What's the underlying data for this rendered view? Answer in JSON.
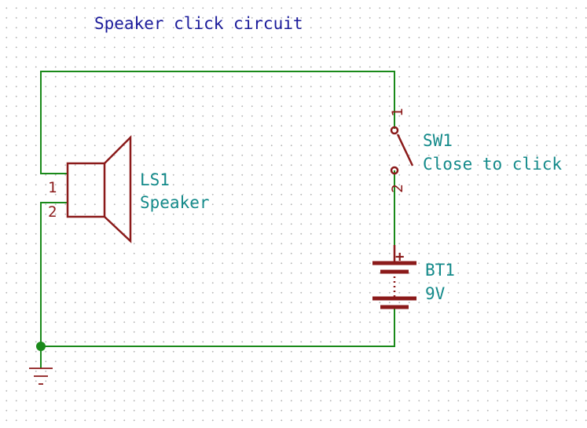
{
  "title": "Speaker click circuit",
  "speaker": {
    "ref": "LS1",
    "value": "Speaker",
    "pin1": "1",
    "pin2": "2"
  },
  "switch": {
    "ref": "SW1",
    "value": "Close to click",
    "pin1": "1",
    "pin2": "2"
  },
  "battery": {
    "ref": "BT1",
    "value": "9V",
    "polarity": "+"
  },
  "colors": {
    "wire": "#1a8a1a",
    "part": "#8b1a1a",
    "reference": "#138a8a",
    "title": "#1a1a9a"
  }
}
